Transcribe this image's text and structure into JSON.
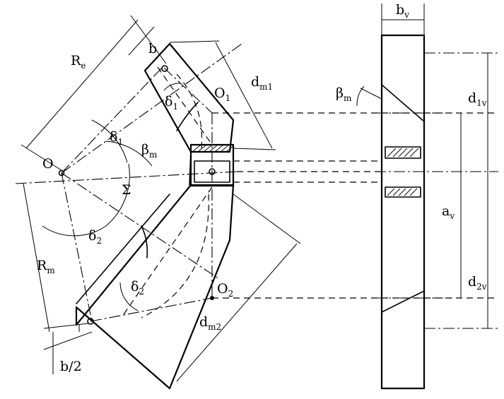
{
  "labels": {
    "Re": {
      "main": "R",
      "sub": "e"
    },
    "b": {
      "main": "b"
    },
    "O": {
      "main": "O"
    },
    "delta1_upper": {
      "main": "δ",
      "sub": "1"
    },
    "delta1_left": {
      "main": "δ",
      "sub": "1"
    },
    "beta_m_left": {
      "main": "β",
      "sub": "m"
    },
    "Sigma": {
      "main": "Σ"
    },
    "delta2_left": {
      "main": "δ",
      "sub": "2"
    },
    "Rm": {
      "main": "R",
      "sub": "m"
    },
    "delta2_lower": {
      "main": "δ",
      "sub": "2"
    },
    "b_half": {
      "main": "b/2"
    },
    "O1": {
      "main": "O",
      "sub": "1"
    },
    "O2": {
      "main": "O",
      "sub": "2"
    },
    "dm1": {
      "main": "d",
      "sub": "m1"
    },
    "dm2": {
      "main": "d",
      "sub": "m2"
    },
    "bv": {
      "main": "b",
      "sub": "v"
    },
    "beta_m_right": {
      "main": "β",
      "sub": "m"
    },
    "d1v": {
      "main": "d",
      "sub": "1v"
    },
    "av": {
      "main": "a",
      "sub": "v"
    },
    "d2v": {
      "main": "d",
      "sub": "2v"
    }
  }
}
